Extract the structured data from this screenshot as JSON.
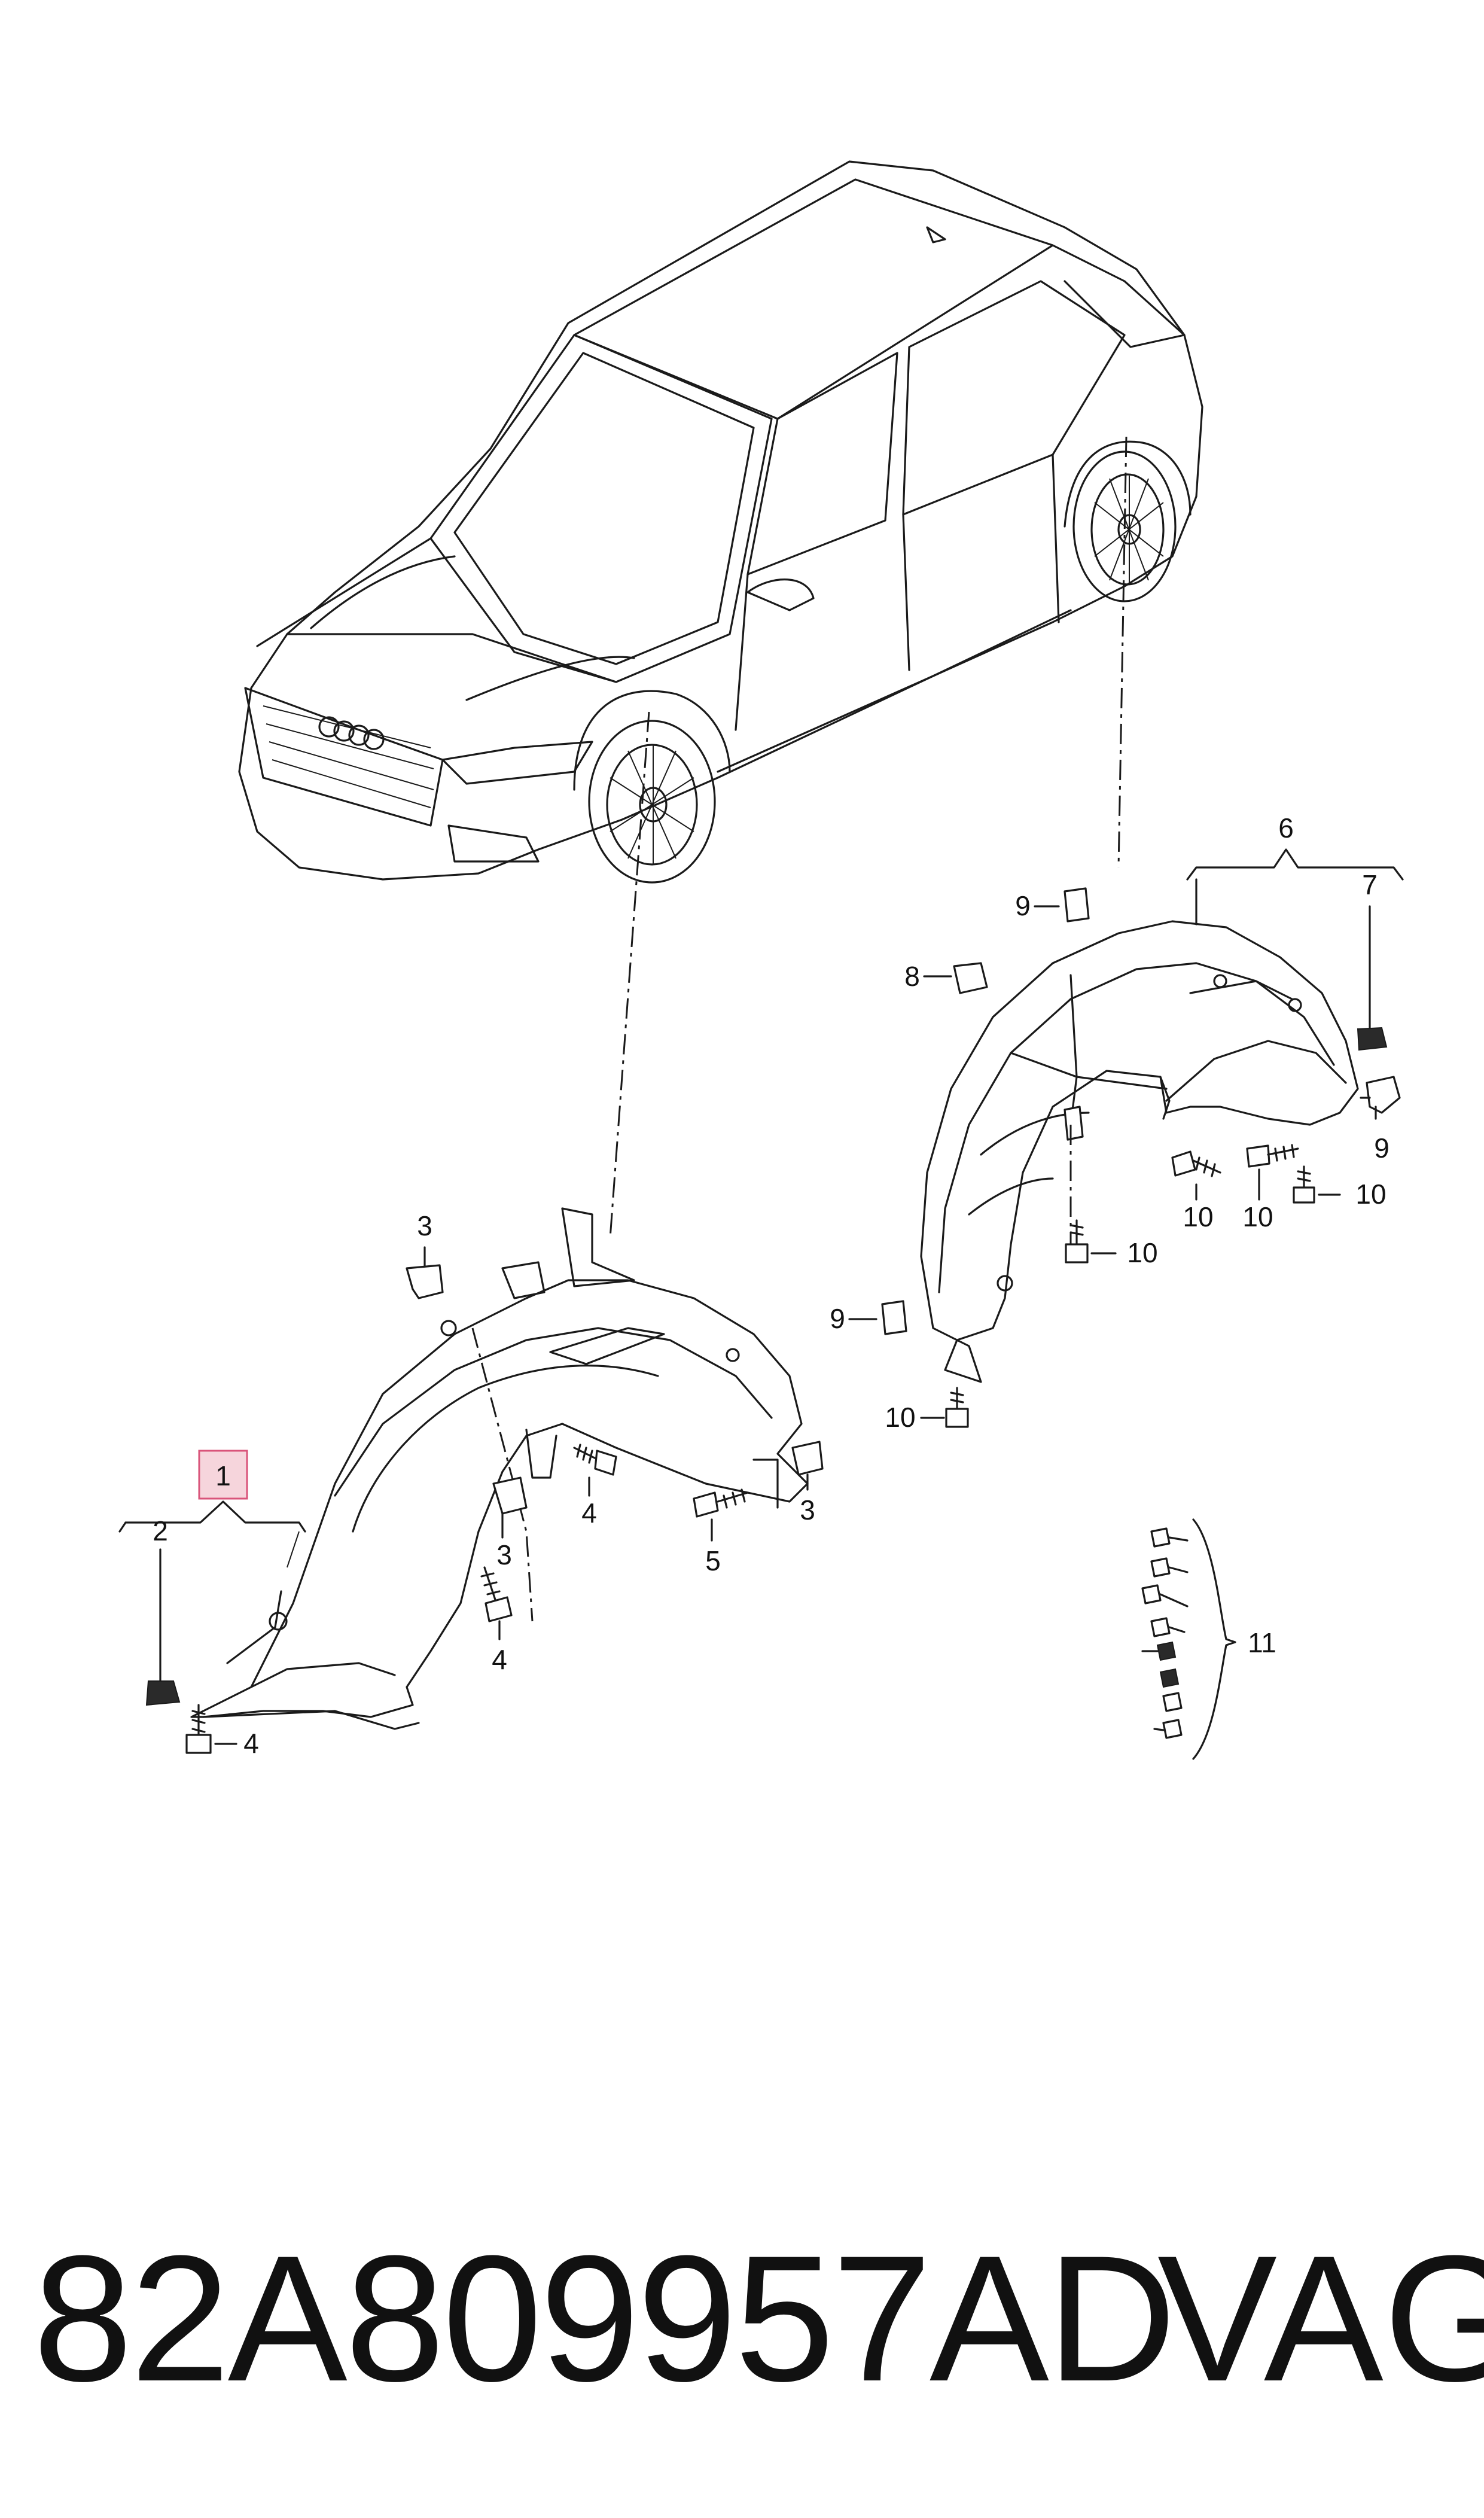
{
  "callouts": {
    "c1": "1",
    "c2": "2",
    "c3a": "3",
    "c3b": "3",
    "c3c": "3",
    "c4a": "4",
    "c4b": "4",
    "c4c": "4",
    "c5": "5",
    "c6": "6",
    "c7": "7",
    "c8": "8",
    "c9a": "9",
    "c9b": "9",
    "c9c": "9",
    "c10a": "10",
    "c10b": "10",
    "c10c": "10",
    "c10d": "10",
    "c10e": "10",
    "c11": "11"
  },
  "highlight_color": "#f6d5dc",
  "highlight_border": "#d9547a",
  "footer": {
    "part_number": "82A809957AD",
    "brand": "VAG"
  }
}
